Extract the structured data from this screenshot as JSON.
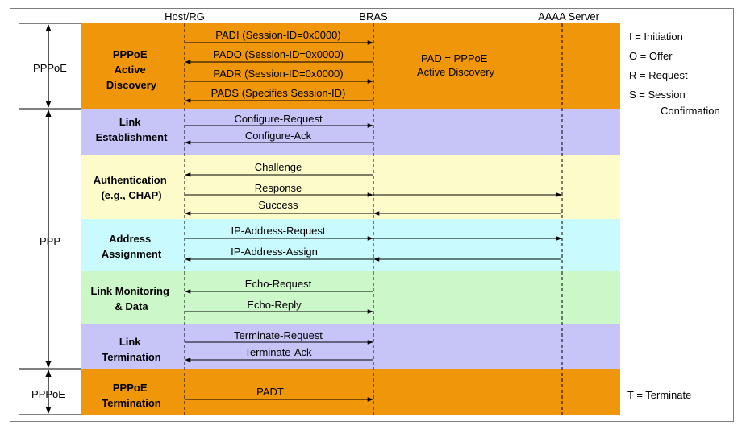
{
  "headers": {
    "host": "Host/RG",
    "bras": "BRAS",
    "aaa": "AAAA Server"
  },
  "side_labels": {
    "pppoe_top": "PPPoE",
    "ppp": "PPP",
    "pppoe_bottom": "PPPoE"
  },
  "stages": [
    {
      "lines": [
        "PPPoE",
        "Active",
        "Discovery"
      ],
      "color": "#F0960A"
    },
    {
      "lines": [
        "Link",
        "Establishment"
      ],
      "color": "#C7C4F7"
    },
    {
      "lines": [
        "Authentication",
        "(e.g., CHAP)"
      ],
      "color": "#FDFBC9"
    },
    {
      "lines": [
        "Address",
        "Assignment"
      ],
      "color": "#C9FBFE"
    },
    {
      "lines": [
        "Link Monitoring",
        "& Data"
      ],
      "color": "#CCF7C9"
    },
    {
      "lines": [
        "Link",
        "Termination"
      ],
      "color": "#C7C4F7"
    },
    {
      "lines": [
        "PPPoE",
        "Termination"
      ],
      "color": "#F0960A"
    }
  ],
  "messages": {
    "padi": "PADI  (Session-ID=0x0000)",
    "pado": "PADO (Session-ID=0x0000)",
    "padr": "PADR (Session-ID=0x0000)",
    "pads": "PADS (Specifies Session-ID)",
    "configure_request": "Configure-Request",
    "configure_ack": "Configure-Ack",
    "challenge": "Challenge",
    "response": "Response",
    "success": "Success",
    "ip_address_request": "IP-Address-Request",
    "ip_address_assign": "IP-Address-Assign",
    "echo_request": "Echo-Request",
    "echo_reply": "Echo-Reply",
    "terminate_request": "Terminate-Request",
    "terminate_ack": "Terminate-Ack",
    "padt": "PADT"
  },
  "pad_note": [
    "PAD = PPPoE",
    "Active Discovery"
  ],
  "legend": {
    "initiation": "I = Initiation",
    "offer": "O = Offer",
    "request": "R = Request",
    "session_1": "S = Session",
    "session_2": "Confirmation",
    "terminate": "T = Terminate"
  }
}
